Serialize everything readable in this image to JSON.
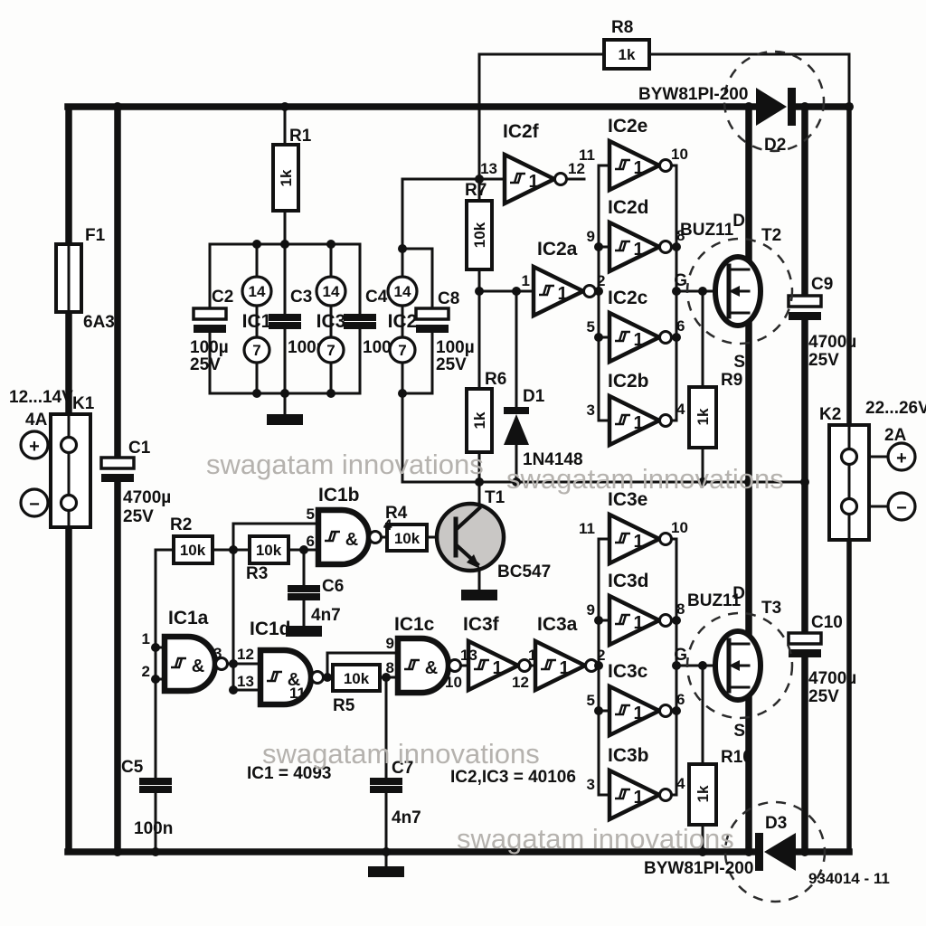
{
  "watermark": {
    "text": "swagatam innovations",
    "color": "#b5b2ae"
  },
  "notes": {
    "ic1": "IC1 = 4093",
    "ic2_ic3": "IC2,IC3 = 40106",
    "part_no": "934014 - 11"
  },
  "input": {
    "connector": "K1",
    "voltage": "12...14V",
    "current": "4A",
    "plus": "+",
    "minus": "−"
  },
  "output": {
    "connector": "K2",
    "voltage": "22...26V",
    "current": "2A",
    "plus": "+",
    "minus": "−"
  },
  "fuse": {
    "ref": "F1",
    "value": "6A3"
  },
  "resistors": {
    "r1": {
      "ref": "R1",
      "value": "1k"
    },
    "r2": {
      "ref": "R2",
      "value": "10k"
    },
    "r3": {
      "ref": "R3",
      "value": "10k"
    },
    "r4": {
      "ref": "R4",
      "value": "10k"
    },
    "r5": {
      "ref": "R5",
      "value": "10k"
    },
    "r6": {
      "ref": "R6",
      "value": "1k"
    },
    "r7": {
      "ref": "R7",
      "value": "10k"
    },
    "r8": {
      "ref": "R8",
      "value": "1k"
    },
    "r9": {
      "ref": "R9",
      "value": "1k"
    },
    "r10": {
      "ref": "R10",
      "value": "1k"
    }
  },
  "capacitors": {
    "c1": {
      "ref": "C1",
      "value": "4700µ",
      "voltage": "25V"
    },
    "c2": {
      "ref": "C2",
      "value": "100µ",
      "voltage": "25V"
    },
    "c3": {
      "ref": "C3",
      "value": "100n"
    },
    "c4": {
      "ref": "C4",
      "value": "100n"
    },
    "c5": {
      "ref": "C5",
      "value": "100n"
    },
    "c6": {
      "ref": "C6",
      "value": "4n7"
    },
    "c7": {
      "ref": "C7",
      "value": "4n7"
    },
    "c8": {
      "ref": "C8",
      "value": "100µ",
      "voltage": "25V"
    },
    "c9": {
      "ref": "C9",
      "value": "4700µ",
      "voltage": "25V"
    },
    "c10": {
      "ref": "C10",
      "value": "4700µ",
      "voltage": "25V"
    }
  },
  "diodes": {
    "d1": {
      "ref": "D1",
      "part": "1N4148"
    },
    "d2": {
      "ref": "D2",
      "part": "BYW81PI-200"
    },
    "d3": {
      "ref": "D3",
      "part": "BYW81PI-200"
    }
  },
  "transistors": {
    "t1": {
      "ref": "T1",
      "part": "BC547"
    },
    "t2": {
      "ref": "T2",
      "part": "BUZ11",
      "pins": {
        "d": "D",
        "g": "G",
        "s": "S"
      }
    },
    "t3": {
      "ref": "T3",
      "part": "BUZ11",
      "pins": {
        "d": "D",
        "g": "G",
        "s": "S"
      }
    }
  },
  "ic_power": {
    "ic1": {
      "name": "IC1",
      "vdd": "14",
      "vss": "7"
    },
    "ic2": {
      "name": "IC2",
      "vdd": "14",
      "vss": "7"
    },
    "ic3": {
      "name": "IC3",
      "vdd": "14",
      "vss": "7"
    }
  },
  "gates": {
    "ic1a": {
      "name": "IC1a",
      "in1": "1",
      "in2": "2",
      "out": "3"
    },
    "ic1b": {
      "name": "IC1b",
      "in1": "5",
      "in2": "6",
      "out": "4"
    },
    "ic1c": {
      "name": "IC1c",
      "in1": "9",
      "in2": "8",
      "out": "10"
    },
    "ic1d": {
      "name": "IC1d",
      "in1": "12",
      "in2": "13",
      "out": "11"
    },
    "ic2f": {
      "name": "IC2f",
      "in": "13",
      "out": "12"
    },
    "ic2a": {
      "name": "IC2a",
      "in": "1",
      "out": "2"
    },
    "ic2e": {
      "name": "IC2e",
      "in": "11",
      "out": "10"
    },
    "ic2d": {
      "name": "IC2d",
      "in": "9",
      "out": "8"
    },
    "ic2c": {
      "name": "IC2c",
      "in": "5",
      "out": "6"
    },
    "ic2b": {
      "name": "IC2b",
      "in": "3",
      "out": "4"
    },
    "ic3f": {
      "name": "IC3f",
      "in": "13",
      "out": "12"
    },
    "ic3a": {
      "name": "IC3a",
      "in": "1",
      "out": "2"
    },
    "ic3e": {
      "name": "IC3e",
      "in": "11",
      "out": "10"
    },
    "ic3d": {
      "name": "IC3d",
      "in": "9",
      "out": "8"
    },
    "ic3c": {
      "name": "IC3c",
      "in": "5",
      "out": "6"
    },
    "ic3b": {
      "name": "IC3b",
      "in": "3",
      "out": "4"
    }
  },
  "gate_symbols": {
    "schmitt_and": "&",
    "schmitt_buf": "1"
  }
}
